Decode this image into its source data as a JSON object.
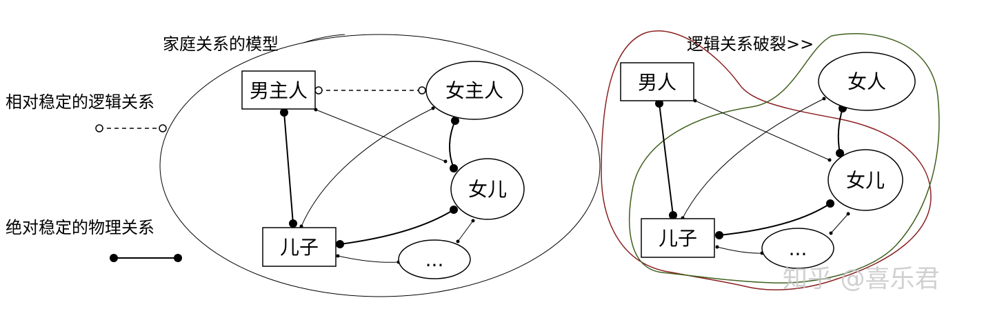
{
  "legend": {
    "logical_label": "相对稳定的逻辑关系",
    "physical_label": "绝对稳定的物理关系"
  },
  "left_diagram": {
    "title": "家庭关系的模型",
    "nodes": {
      "husband": "男主人",
      "wife": "女主人",
      "daughter": "女儿",
      "son": "儿子",
      "others": "..."
    }
  },
  "right_diagram": {
    "title": "逻辑关系破裂>>",
    "nodes": {
      "man": "男人",
      "woman": "女人",
      "daughter": "女儿",
      "son": "儿子",
      "others": "..."
    }
  },
  "watermark": "知乎 @喜乐君",
  "colors": {
    "outline_red": "#8a1f1f",
    "outline_green": "#3f5f1c",
    "ink": "#000000"
  }
}
